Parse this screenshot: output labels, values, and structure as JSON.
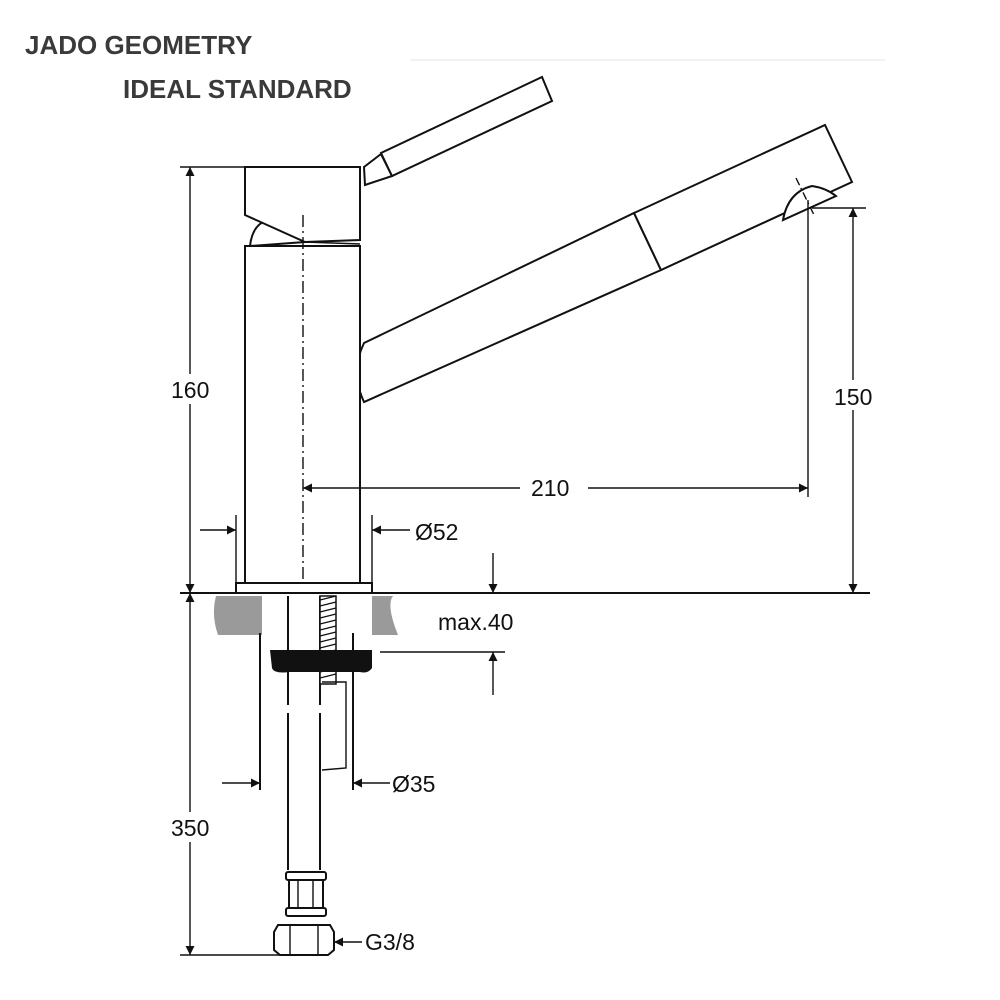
{
  "header": {
    "brand": "JADO GEOMETRY",
    "manufacturer": "IDEAL STANDARD"
  },
  "dimensions": {
    "height_above_counter": "160",
    "spout_height": "150",
    "spout_reach": "210",
    "body_diameter": "Ø52",
    "max_counter_thickness": "max.40",
    "hole_diameter": "Ø35",
    "hose_length": "350",
    "connection_thread": "G3/8"
  },
  "colors": {
    "line": "#111111",
    "countertop": "#9a9a9a",
    "washer": "#111111"
  }
}
